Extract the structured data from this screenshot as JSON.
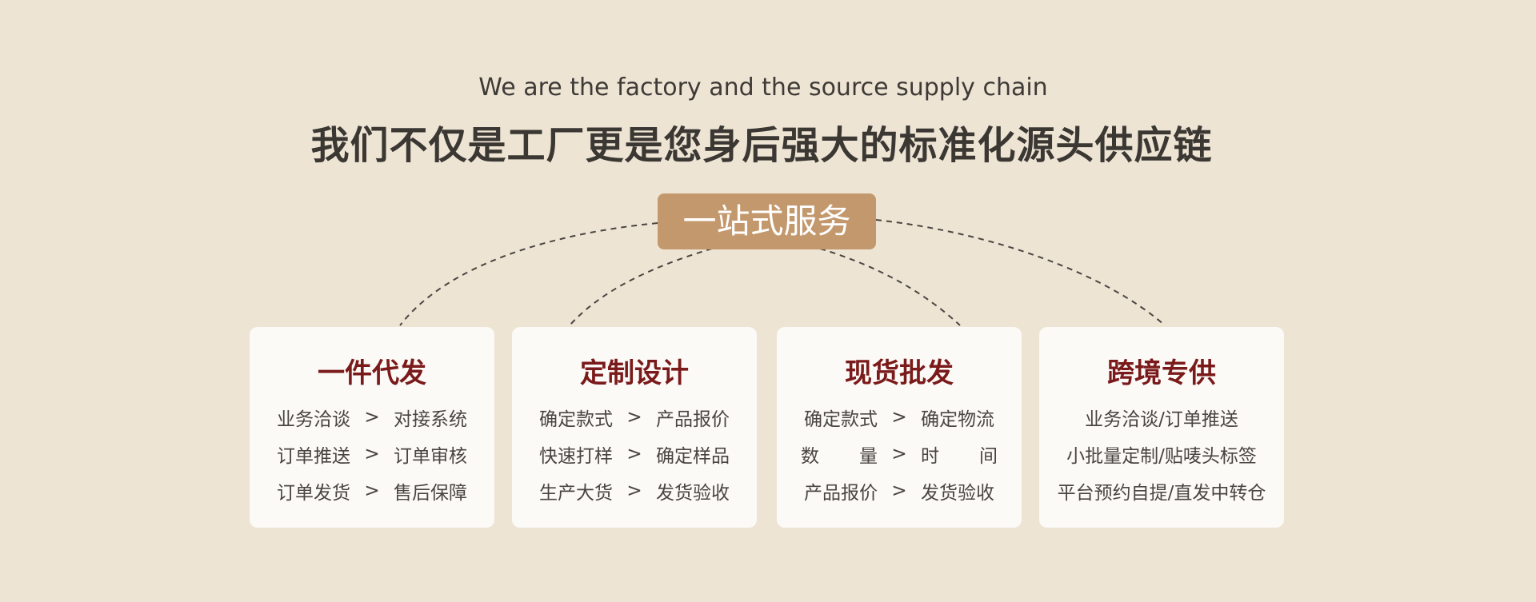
{
  "header": {
    "subtitle": "We are the factory and the source supply chain",
    "title": "我们不仅是工厂更是您身后强大的标准化源头供应链"
  },
  "badge": {
    "label": "一站式服务"
  },
  "arrow": ">",
  "cards": [
    {
      "title": "一件代发",
      "rows": [
        {
          "left": "业务洽谈",
          "right": "对接系统"
        },
        {
          "left": "订单推送",
          "right": "订单审核"
        },
        {
          "left": "订单发货",
          "right": "售后保障"
        }
      ]
    },
    {
      "title": "定制设计",
      "rows": [
        {
          "left": "确定款式",
          "right": "产品报价"
        },
        {
          "left": "快速打样",
          "right": "确定样品"
        },
        {
          "left": "生产大货",
          "right": "发货验收"
        }
      ]
    },
    {
      "title": "现货批发",
      "rows": [
        {
          "left": "确定款式",
          "right": "确定物流"
        },
        {
          "left_a": "数",
          "left_b": "量",
          "right_a": "时",
          "right_b": "间"
        },
        {
          "left": "产品报价",
          "right": "发货验收"
        }
      ]
    },
    {
      "title": "跨境专供",
      "lines": [
        "业务洽谈/订单推送",
        "小批量定制/贴唛头标签",
        "平台预约自提/直发中转仓"
      ]
    }
  ],
  "colors": {
    "background": "#ede4d4",
    "badge": "#c3986d",
    "card_title": "#7a1a1a",
    "card_bg": "#fbfaf7"
  }
}
